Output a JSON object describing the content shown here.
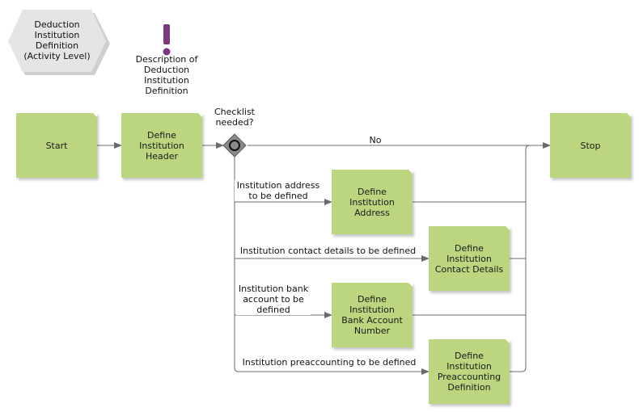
{
  "scope": {
    "lines": [
      "Deduction",
      "Institution",
      "Definition",
      "(Activity Level)"
    ]
  },
  "annotation": {
    "lines": [
      "Description of",
      "Deduction",
      "Institution",
      "Definition"
    ]
  },
  "gateway": {
    "question_lines": [
      "Checklist",
      "needed?"
    ]
  },
  "nodes": {
    "start": "Start",
    "header": [
      "Define",
      "Institution",
      "Header"
    ],
    "address": [
      "Define",
      "Institution",
      "Address"
    ],
    "contact": [
      "Define",
      "Institution",
      "Contact Details"
    ],
    "bank": [
      "Define",
      "Institution",
      "Bank Account",
      "Number"
    ],
    "preacc": [
      "Define",
      "Institution",
      "Preaccounting",
      "Definition"
    ],
    "stop": "Stop"
  },
  "edges": {
    "no": "No",
    "address": [
      "Institution address",
      "to be defined"
    ],
    "contact": "Institution contact details to be defined",
    "bank": [
      "Institution bank",
      "account to be",
      "defined"
    ],
    "preacc": "Institution preaccounting to be defined"
  },
  "colors": {
    "task": "#bcd57f",
    "line": "#6b6b6b",
    "hexagon": "#e5e5e5",
    "exclamation": "#7b3a7f",
    "gateway": "#8a8a8a"
  }
}
